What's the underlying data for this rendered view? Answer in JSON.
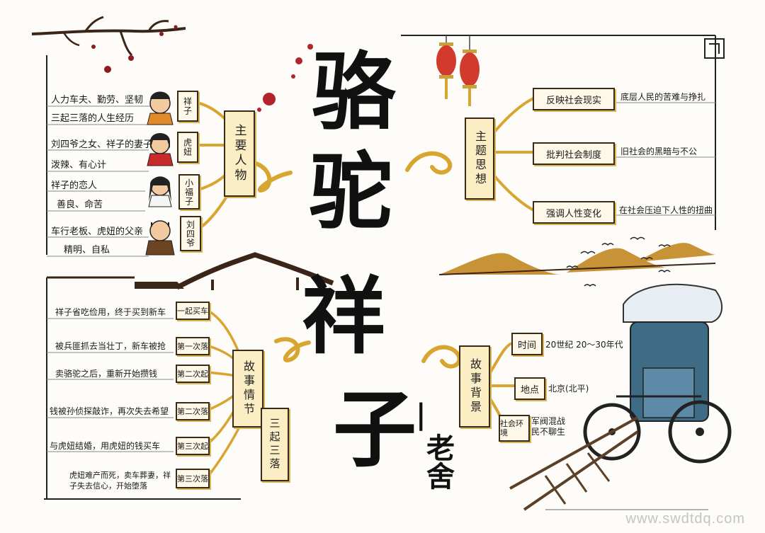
{
  "title": {
    "chars": [
      "骆",
      "驼",
      "祥",
      "子"
    ],
    "dash": "|",
    "author": "老舍"
  },
  "characters": {
    "label": "主要人物",
    "items": [
      {
        "name": "祥子",
        "line1": "人力车夫、勤劳、坚韧",
        "line2": "三起三落的人生经历"
      },
      {
        "name": "虎妞",
        "line1": "刘四爷之女、祥子的妻子",
        "line2": "泼辣、有心计"
      },
      {
        "name": "小福子",
        "line1": "祥子的恋人",
        "line2": "善良、命苦"
      },
      {
        "name": "刘四爷",
        "line1": "车行老板、虎妞的父亲",
        "line2": "精明、自私"
      }
    ]
  },
  "theme": {
    "label": "主题思想",
    "items": [
      {
        "name": "反映社会现实",
        "desc": "底层人民的苦难与挣扎"
      },
      {
        "name": "批判社会制度",
        "desc": "旧社会的黑暗与不公"
      },
      {
        "name": "强调人性变化",
        "desc": "在社会压迫下人性的扭曲"
      }
    ]
  },
  "plot": {
    "label": "故事情节",
    "sub_label": "三起三落",
    "items": [
      {
        "stage": "一起买车",
        "desc": "祥子省吃俭用，终于买到新车"
      },
      {
        "stage": "第一次落",
        "desc": "被兵匪抓去当壮丁，新车被抢"
      },
      {
        "stage": "第二次起",
        "desc": "卖骆驼之后，重新开始攒钱"
      },
      {
        "stage": "第二次落",
        "desc": "钱被孙侦探敲诈，再次失去希望"
      },
      {
        "stage": "第三次起",
        "desc": "与虎妞结婚，用虎妞的钱买车"
      },
      {
        "stage": "第三次落",
        "desc": "虎妞难产而死，卖车葬妻，祥子失去信心，开始堕落"
      }
    ]
  },
  "background": {
    "label": "故事背景",
    "items": [
      {
        "name": "时间",
        "desc": "20世纪 20～30年代"
      },
      {
        "name": "地点",
        "desc": "北京(北平)"
      },
      {
        "name": "社会环境",
        "desc": "军阀混战 民不聊生"
      }
    ]
  },
  "watermark": "www.swdtdq.com"
}
